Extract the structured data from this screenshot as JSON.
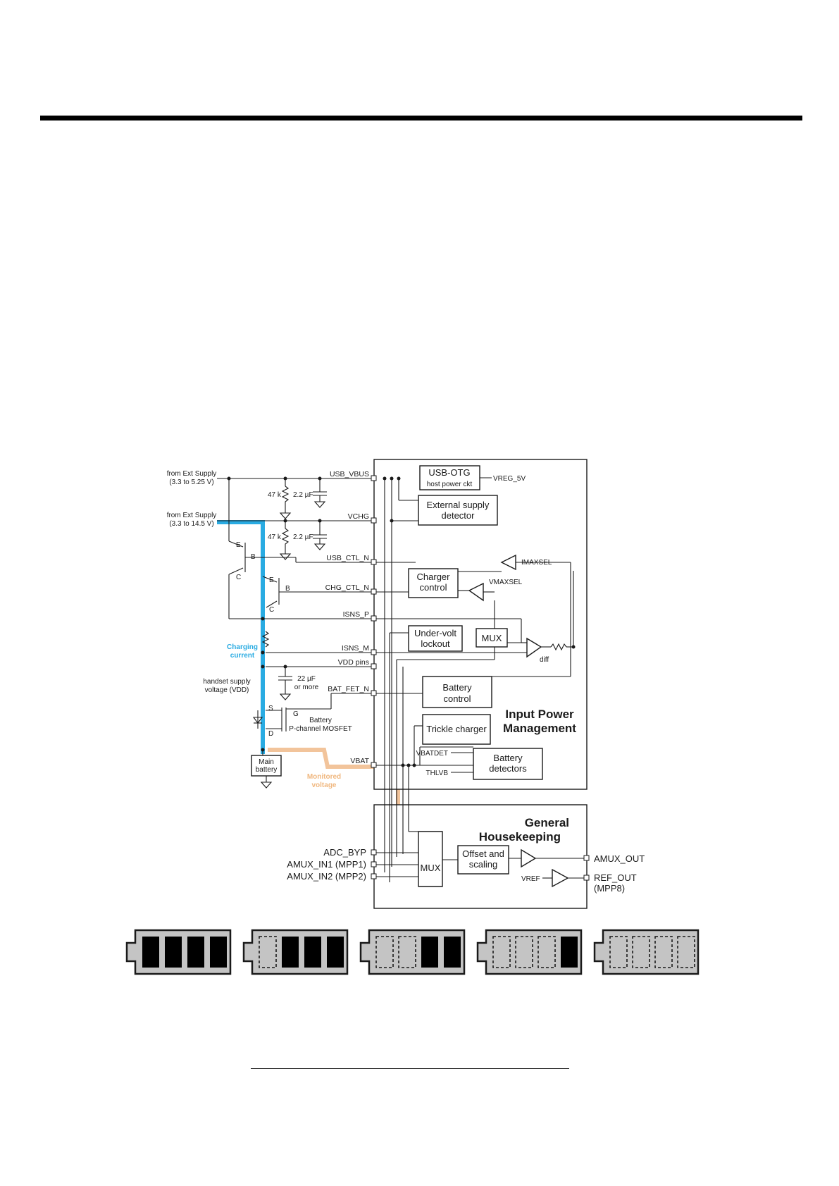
{
  "diagram": {
    "ext_supply_1": "from Ext Supply",
    "ext_supply_1_range": "(3.3 to 5.25 V)",
    "ext_supply_2": "from Ext Supply",
    "ext_supply_2_range": "(3.3 to 14.5 V)",
    "pins": {
      "usb_vbus": "USB_VBUS",
      "vchg": "VCHG",
      "usb_ctl_n": "USB_CTL_N",
      "chg_ctl_n": "CHG_CTL_N",
      "isns_p": "ISNS_P",
      "isns_m": "ISNS_M",
      "vdd_pins": "VDD pins",
      "bat_fet_n": "BAT_FET_N",
      "vbat": "VBAT",
      "adc_byp": "ADC_BYP",
      "amux_in1": "AMUX_IN1 (MPP1)",
      "amux_in2": "AMUX_IN2 (MPP2)",
      "amux_out": "AMUX_OUT",
      "ref_out": "REF_OUT",
      "ref_out_mpp": "(MPP8)"
    },
    "components": {
      "r1": "47 k",
      "c1": "2.2 µF",
      "r2": "47 k",
      "c2": "2.2 µF",
      "c3": "22 µF",
      "c3_note": "or more",
      "q_e1": "E",
      "q_b1": "B",
      "q_c1": "C",
      "q_e2": "E",
      "q_b2": "B",
      "q_c2": "C",
      "fet_s": "S",
      "fet_g": "G",
      "fet_d": "D",
      "fet_name_1": "Battery",
      "fet_name_2": "P-channel MOSFET",
      "main_battery_1": "Main",
      "main_battery_2": "battery",
      "vdd_label_1": "handset supply",
      "vdd_label_2": "voltage (VDD)"
    },
    "flows": {
      "charging_1": "Charging",
      "charging_2": "current",
      "monitored_1": "Monitored",
      "monitored_2": "voltage"
    },
    "blocks": {
      "usb_otg_1": "USB-OTG",
      "usb_otg_2": "host power ckt",
      "vreg_5v": "VREG_5V",
      "ext_det_1": "External supply",
      "ext_det_2": "detector",
      "charger_1": "Charger",
      "charger_2": "control",
      "imaxsel": "IMAXSEL",
      "vmaxsel": "VMAXSEL",
      "mux_top": "MUX",
      "uvlo_1": "Under-volt",
      "uvlo_2": "lockout",
      "diff": "diff",
      "bat_ctrl_1": "Battery",
      "bat_ctrl_2": "control",
      "trickle": "Trickle charger",
      "vbatdet": "VBATDET",
      "thlvb": "THLVB",
      "bat_det_1": "Battery",
      "bat_det_2": "detectors",
      "ipm_1": "Input Power",
      "ipm_2": "Management",
      "gh_1": "General",
      "gh_2": "Housekeeping",
      "mux_bottom": "MUX",
      "offset_1": "Offset and",
      "offset_2": "scaling",
      "vref": "VREF"
    },
    "colors": {
      "charging_path": "#29abe2",
      "monitored_path": "#f2c49b",
      "charging_text": "#29abe2",
      "monitored_text": "#f0b880"
    }
  },
  "battery_levels": [
    4,
    3,
    2,
    1,
    0
  ],
  "battery_cells_total": 4
}
